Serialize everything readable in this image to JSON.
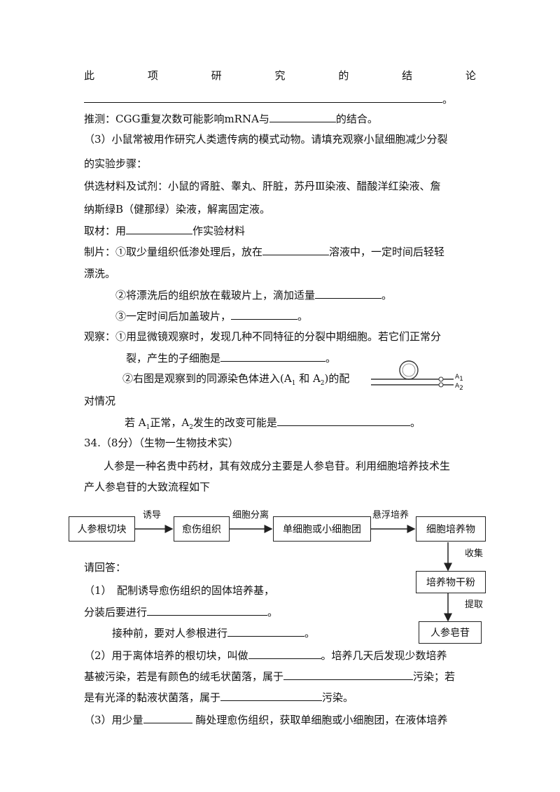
{
  "conclusion": {
    "chars": [
      "此",
      "项",
      "研",
      "究",
      "的",
      "结",
      "论"
    ],
    "end": "。"
  },
  "inference": {
    "pre": "推测：CGG重复次数可能影响mRNA与",
    "post": "的结合。"
  },
  "q3": {
    "intro1": "（3）小鼠常被用作研究人类遗传病的模式动物。请填充观察小鼠细胞减少分裂",
    "intro2": "的实验步骤：",
    "materials1": "供选材料及试剂：小鼠的肾脏、睾丸、肝脏，苏丹Ⅲ染液、醋酸洋红染液、詹",
    "materials2": "纳斯绿B（健那绿）染液，解离固定液。",
    "sample_pre": "取材：用",
    "sample_post": "作实验材料",
    "prep1_pre": "制片：①取少量组织低渗处理后，放在",
    "prep1_post": "溶液中，一定时间后轻轻",
    "prep1_cont": "漂洗。",
    "prep2_pre": "②将漂洗后的组织放在载玻片上，滴加适量",
    "prep2_post": "。",
    "prep3_pre": "③一定时间后加盖玻片，",
    "prep3_post": "。",
    "obs1_a": "观察：①用显微镜观察时，发现几种不同特征的分裂中期细胞。若它们正常分",
    "obs1_b_pre": "裂，产生的子细胞是",
    "obs1_b_post": "。",
    "obs2_a1": "②右图是观察到的同源染色体进入(A",
    "obs2_sub1": "1",
    "obs2_a2": " 和 A",
    "obs2_sub2": "2",
    "obs2_a3": ")的配",
    "obs2_b": "对情况",
    "obs2_c1": "若 A",
    "obs2_c_sub1": "1",
    "obs2_c2": "正常，A",
    "obs2_c_sub2": "2",
    "obs2_c3": "发生的改变可能是",
    "obs2_c_post": "。",
    "fig_label1": "A",
    "fig_label1_sub": "1",
    "fig_label2": "A",
    "fig_label2_sub": "2"
  },
  "q34": {
    "title": "34.（8分）（生物一生物技术实）",
    "intro1": "人参是一种名贵中药材，其有效成分主要是人参皂苷。利用细胞培养技术生",
    "intro2": "产人参皂苷的大致流程如下"
  },
  "flow": {
    "boxes": [
      "人参根切块",
      "愈伤组织",
      "单细胞或小细胞团",
      "细胞培养物",
      "培养物干粉",
      "人参皂苷"
    ],
    "arrows": [
      "诱导",
      "细胞分离",
      "悬浮培养",
      "收集",
      "提取"
    ]
  },
  "answers": {
    "ask": "请回答：",
    "a1_line1": "（1）　配制诱导愈伤组织的固体培养基，",
    "a1_line2_pre": "分装后要进行",
    "a1_line2_post": "。",
    "a1_line3_pre": "接种前，要对人参根进行",
    "a1_line3_post": "。",
    "a2_line1_pre": "（2）用于离体培养的根切块，叫做",
    "a2_line1_post": "。培养几天后发现少数培养",
    "a2_line2_pre": "基被污染，若是有颜色的绒毛状菌落，属于",
    "a2_line2_post": "污染；若",
    "a2_line3_pre": "是有光泽的黏液状菌落，属于",
    "a2_line3_post": "污染。",
    "a3_line1_pre": "（3）用少量",
    "a3_line1_post": " 酶处理愈伤组织，获取单细胞或小细胞团，在液体培养"
  }
}
